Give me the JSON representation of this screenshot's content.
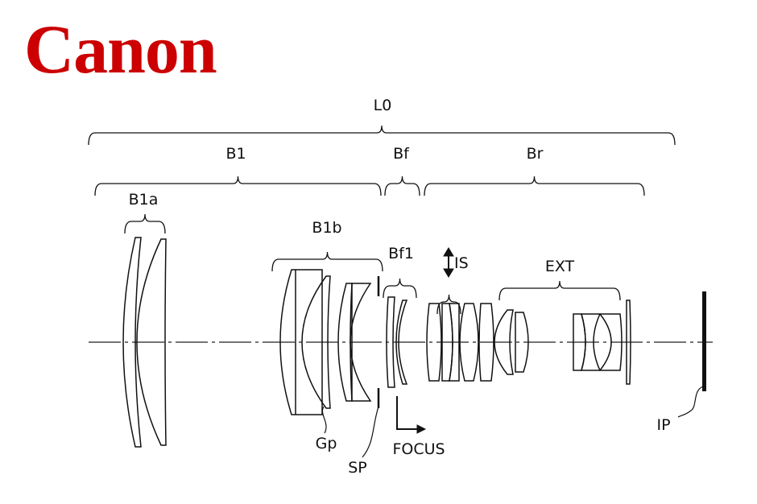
{
  "logo": {
    "text": "Canon",
    "color": "#cc0000"
  },
  "diagram": {
    "type": "lens optical layout (patent drawing)",
    "groups": {
      "L0": "L0",
      "B1": "B1",
      "Bf": "Bf",
      "Br": "Br",
      "B1a": "B1a",
      "B1b": "B1b",
      "Bf1": "Bf1",
      "IS": "IS",
      "EXT": "EXT"
    },
    "callouts": {
      "Gp": "Gp",
      "SP": "SP",
      "FOCUS": "FOCUS",
      "IP": "IP"
    }
  }
}
